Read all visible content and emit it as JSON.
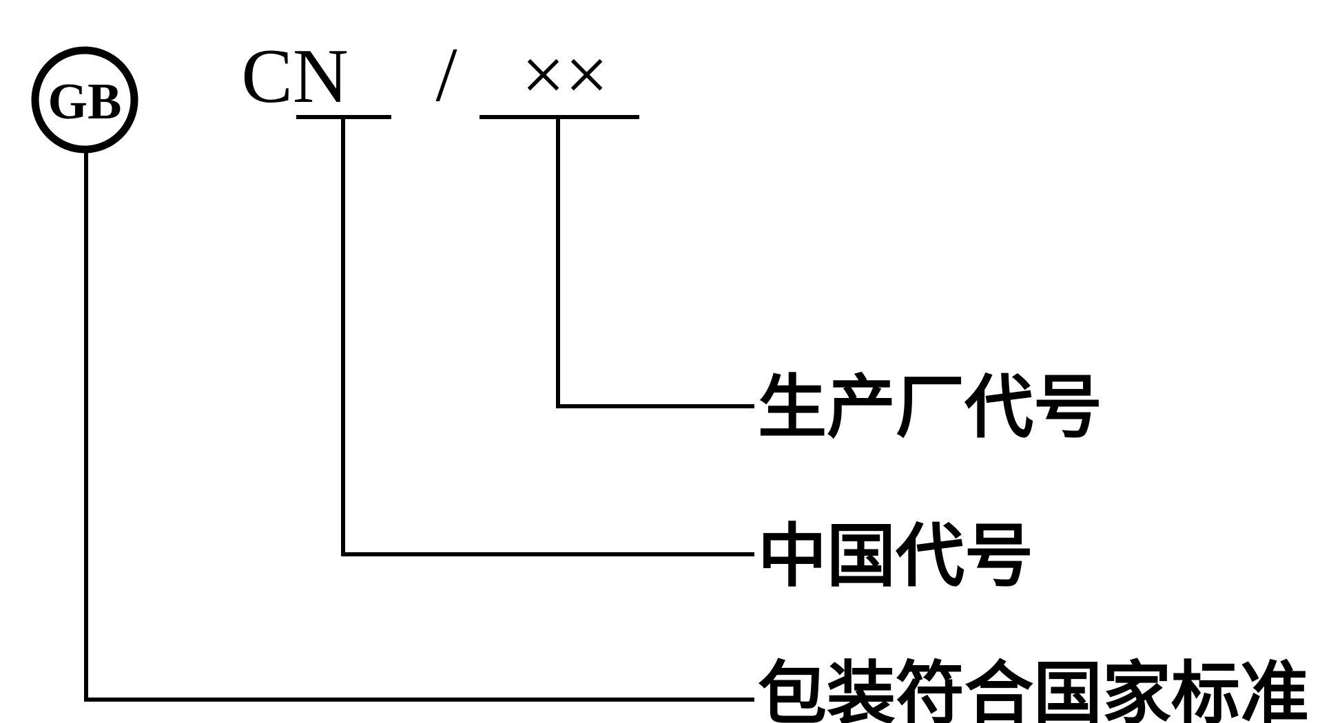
{
  "mark": {
    "gb_symbol": "GB",
    "country_code": "CN",
    "separator": "/",
    "manufacturer_code": "××"
  },
  "labels": {
    "manufacturer": "生产厂代号",
    "country": "中国代号",
    "standard": "包装符合国家标准"
  }
}
